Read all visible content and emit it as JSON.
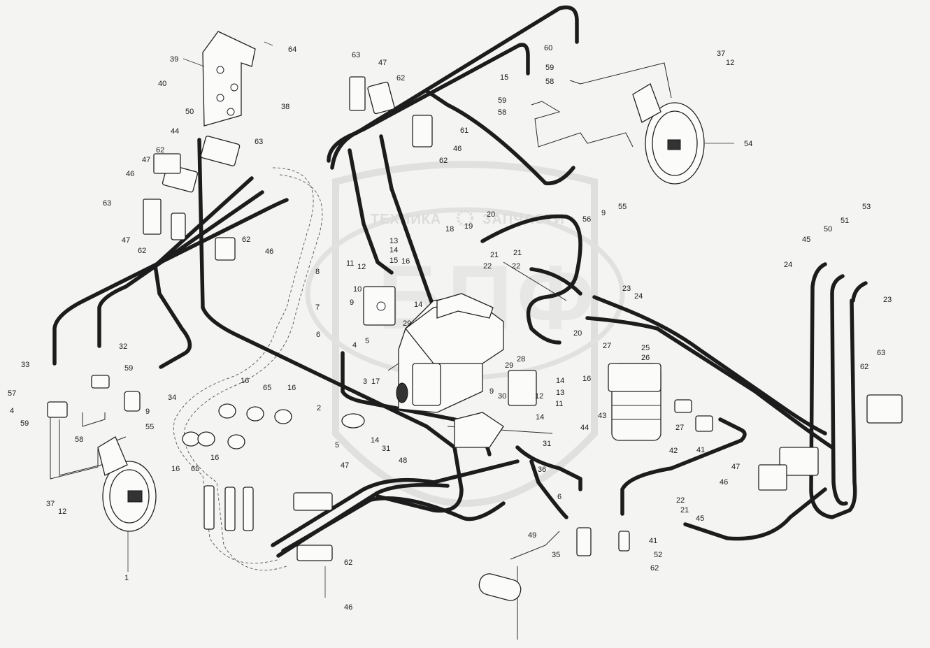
{
  "watermark": {
    "left_text": "ТЕХНИКА",
    "right_text": "ЗАПЧАСТИ",
    "logo_text": "БПФ",
    "color": "#c9c9c9"
  },
  "colors": {
    "line": "#1c1c1c",
    "background": "#f4f4f2"
  },
  "callouts": [
    "64",
    "39",
    "40",
    "38",
    "50",
    "63",
    "44",
    "62",
    "47",
    "46",
    "63",
    "47",
    "62",
    "62",
    "46",
    "63",
    "47",
    "62",
    "61",
    "46",
    "62",
    "60",
    "59",
    "58",
    "15",
    "59",
    "58",
    "37",
    "12",
    "54",
    "55",
    "9",
    "56",
    "13",
    "14",
    "15",
    "16",
    "18",
    "19",
    "20",
    "21",
    "22",
    "21",
    "22",
    "23",
    "24",
    "11",
    "12",
    "8",
    "10",
    "9",
    "7",
    "14",
    "29",
    "6",
    "4",
    "5",
    "3",
    "17",
    "20",
    "27",
    "25",
    "26",
    "16",
    "28",
    "29",
    "30",
    "9",
    "12",
    "11",
    "14",
    "13",
    "14",
    "2",
    "31",
    "48",
    "31",
    "14",
    "36",
    "44",
    "43",
    "42",
    "27",
    "41",
    "6",
    "49",
    "35",
    "41",
    "52",
    "62",
    "22",
    "21",
    "45",
    "33",
    "32",
    "59",
    "57",
    "4",
    "59",
    "58",
    "55",
    "9",
    "34",
    "16",
    "65",
    "16",
    "16",
    "65",
    "16",
    "1",
    "37",
    "12",
    "5",
    "47",
    "62",
    "46",
    "53",
    "51",
    "50",
    "45",
    "24",
    "23",
    "63",
    "62",
    "47",
    "46"
  ]
}
